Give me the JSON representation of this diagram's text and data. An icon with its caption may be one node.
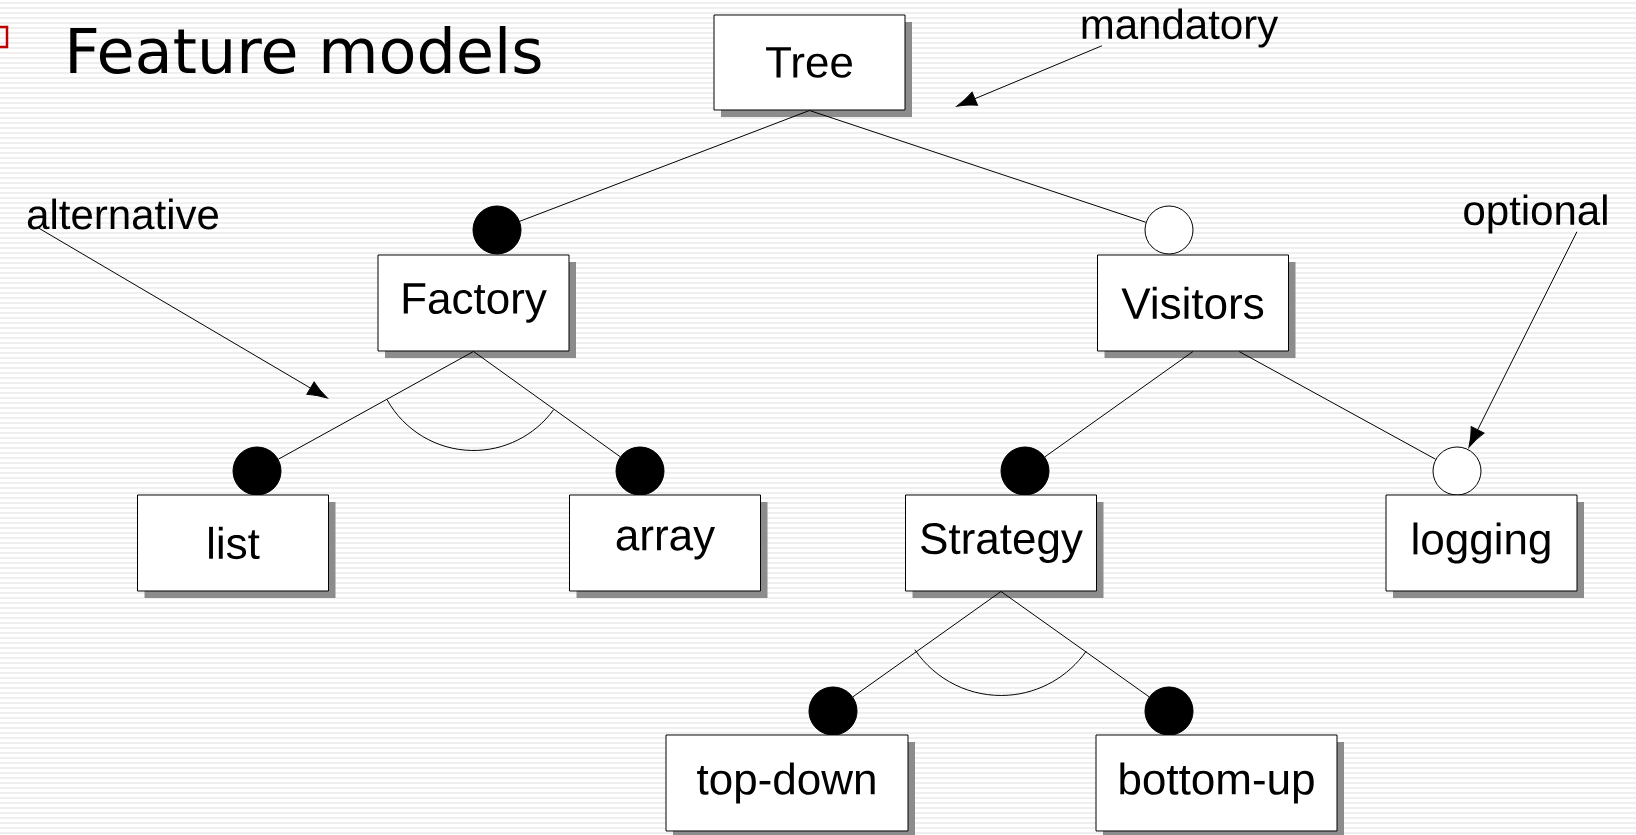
{
  "diagram": {
    "title": "Feature models",
    "nodes": [
      {
        "text": [
          "Tree"
        ]
      },
      {
        "text": [
          "mandatory"
        ]
      },
      {
        "text": [
          "alternative"
        ]
      },
      {
        "text": [],
        "shape": "dot"
      },
      {
        "text": [],
        "shape": "circle"
      },
      {
        "text": [
          "optional"
        ]
      },
      {
        "text": [
          "Factory"
        ]
      },
      {
        "text": [
          "Visitors"
        ]
      },
      {
        "text": [],
        "shape": "dot"
      },
      {
        "text": [],
        "shape": "dot"
      },
      {
        "text": [],
        "shape": "dot"
      },
      {
        "text": [],
        "shape": "circle"
      },
      {
        "text": [
          "list"
        ]
      },
      {
        "text": [
          "array"
        ]
      },
      {
        "text": [
          "Strategy"
        ]
      },
      {
        "text": [
          "logging"
        ]
      },
      {
        "text": [],
        "shape": "dot"
      },
      {
        "text": [],
        "shape": "dot"
      },
      {
        "text": [
          "top-down"
        ]
      },
      {
        "text": [
          "bottom-up"
        ]
      }
    ],
    "edges": [
      {
        "from": 0,
        "to": 3,
        "arrow": "none"
      },
      {
        "from": 0,
        "to": 4,
        "arrow": "none"
      },
      {
        "from": 6,
        "to": 8,
        "arrow": "none"
      },
      {
        "from": 6,
        "to": 9,
        "arrow": "none"
      },
      {
        "from": 7,
        "to": 10,
        "arrow": "none"
      },
      {
        "from": 7,
        "to": 11,
        "arrow": "none"
      },
      {
        "from": 14,
        "to": 16,
        "arrow": "none"
      },
      {
        "from": 14,
        "to": 17,
        "arrow": "none"
      },
      {
        "from": 1,
        "to": null,
        "arrow": "to"
      },
      {
        "from": 2,
        "to": null,
        "arrow": "to"
      },
      {
        "from": 5,
        "to": 11,
        "arrow": "to"
      }
    ]
  }
}
